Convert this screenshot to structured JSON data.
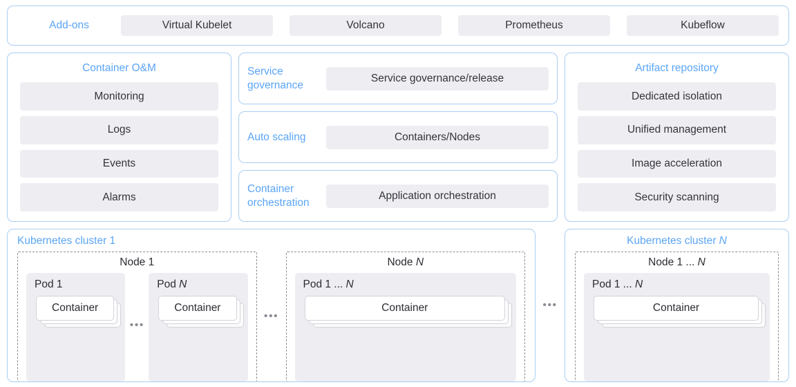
{
  "addons": {
    "label": "Add-ons",
    "items": [
      "Virtual Kubelet",
      "Volcano",
      "Prometheus",
      "Kubeflow"
    ]
  },
  "container_om": {
    "title": "Container O&M",
    "items": [
      "Monitoring",
      "Logs",
      "Events",
      "Alarms"
    ]
  },
  "middle": {
    "rows": [
      {
        "label": "Service governance",
        "value": "Service governance/release"
      },
      {
        "label": "Auto scaling",
        "value": "Containers/Nodes"
      },
      {
        "label": "Container orchestration",
        "value": "Application orchestration"
      }
    ]
  },
  "artifact_repository": {
    "title": "Artifact repository",
    "items": [
      "Dedicated isolation",
      "Unified management",
      "Image acceleration",
      "Security scanning"
    ]
  },
  "clusters": {
    "ellipsis": "•••",
    "cluster_1": {
      "title_prefix": "Kubernetes cluster ",
      "title_suffix": "1",
      "nodes": [
        {
          "title_prefix": "Node ",
          "title_suffix": "1",
          "pods": [
            {
              "title_prefix": "Pod ",
              "title_suffix": "1",
              "container": "Container"
            },
            {
              "title_prefix": "Pod ",
              "title_suffix": "N",
              "container": "Container"
            }
          ]
        },
        {
          "title_prefix": "Node ",
          "title_suffix": "N",
          "pods": [
            {
              "title_prefix": "Pod 1 ... ",
              "title_suffix": "N",
              "container": "Container"
            }
          ]
        }
      ]
    },
    "cluster_n": {
      "title_prefix": "Kubernetes cluster ",
      "title_suffix": "N",
      "nodes": [
        {
          "title_prefix": "Node 1 ... ",
          "title_suffix": "N",
          "pods": [
            {
              "title_prefix": "Pod 1 ... ",
              "title_suffix": "N",
              "container": "Container"
            }
          ]
        }
      ]
    }
  },
  "colors": {
    "accent_blue": "#5aa5f5",
    "panel_border": "#a9cdf2",
    "pill_bg": "#eeeef2",
    "text_dark": "#2b2c31",
    "dashed_border": "#8a8d93"
  }
}
